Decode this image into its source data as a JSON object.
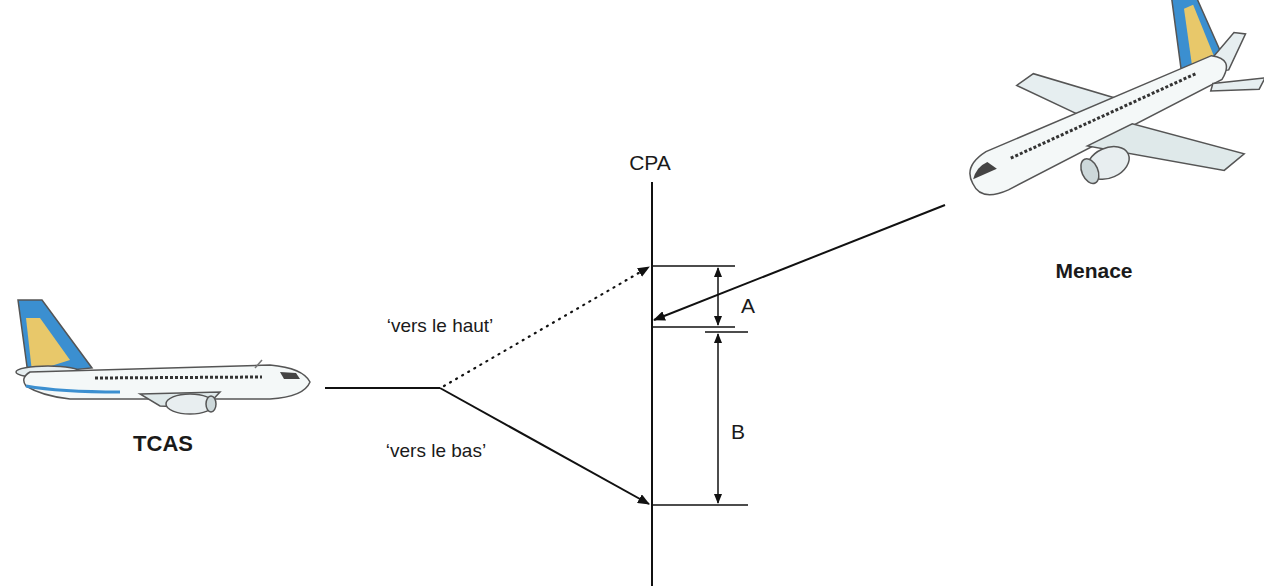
{
  "diagram": {
    "labels": [
      "CPA",
      "‘vers le haut’",
      "‘vers le bas’",
      "A",
      "B",
      "TCAS",
      "Menace"
    ]
  }
}
